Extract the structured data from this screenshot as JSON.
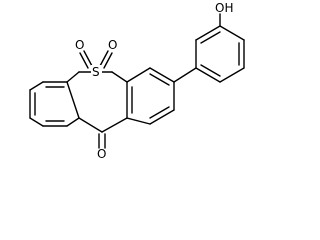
{
  "structure": {
    "atoms": [
      {
        "id": "s1",
        "label": "S"
      },
      {
        "id": "o1",
        "label": "O"
      },
      {
        "id": "o2",
        "label": "O"
      },
      {
        "id": "o3",
        "label": "O"
      },
      {
        "id": "oh",
        "label": "OH"
      }
    ]
  }
}
